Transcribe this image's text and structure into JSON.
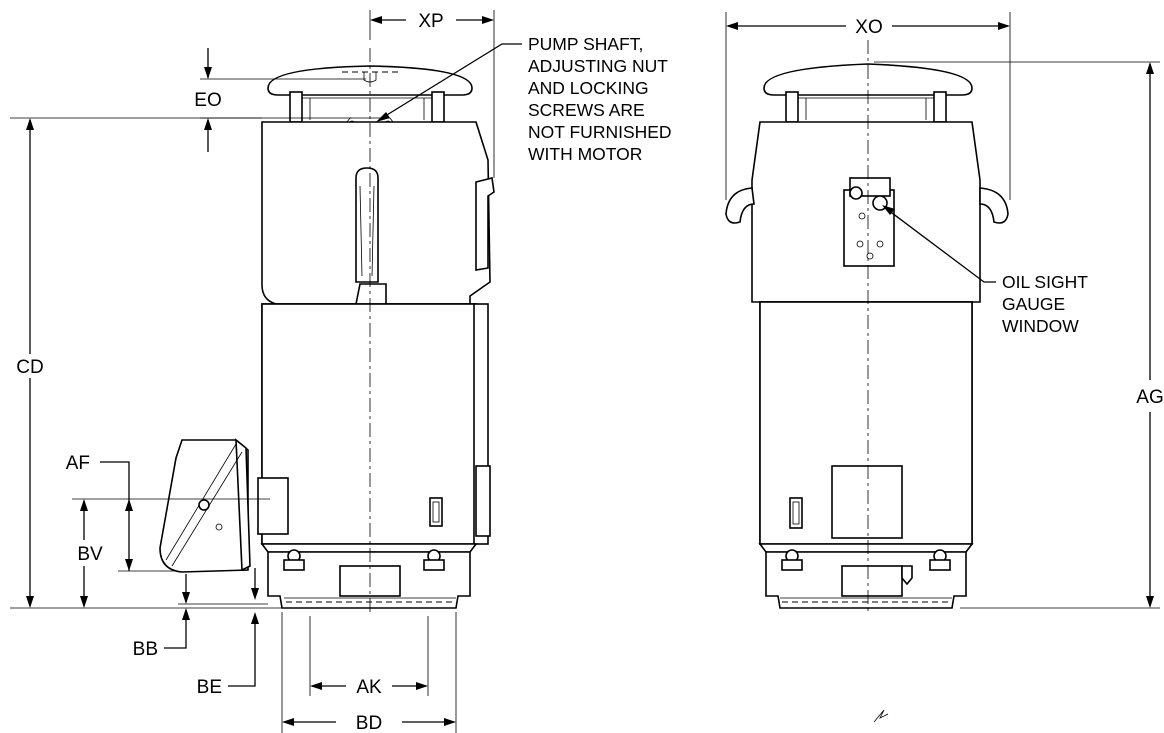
{
  "labels": {
    "xp": "XP",
    "eo": "EO",
    "cd": "CD",
    "af": "AF",
    "bv": "BV",
    "bb": "BB",
    "be": "BE",
    "ak": "AK",
    "bd": "BD",
    "xo": "XO",
    "ag": "AG"
  },
  "notes": {
    "pump_shaft": [
      "PUMP SHAFT,",
      "ADJUSTING NUT",
      "AND LOCKING",
      "SCREWS ARE",
      "NOT FURNISHED",
      "WITH MOTOR"
    ],
    "oil_sight": [
      "OIL SIGHT",
      "GAUGE",
      "WINDOW"
    ]
  }
}
